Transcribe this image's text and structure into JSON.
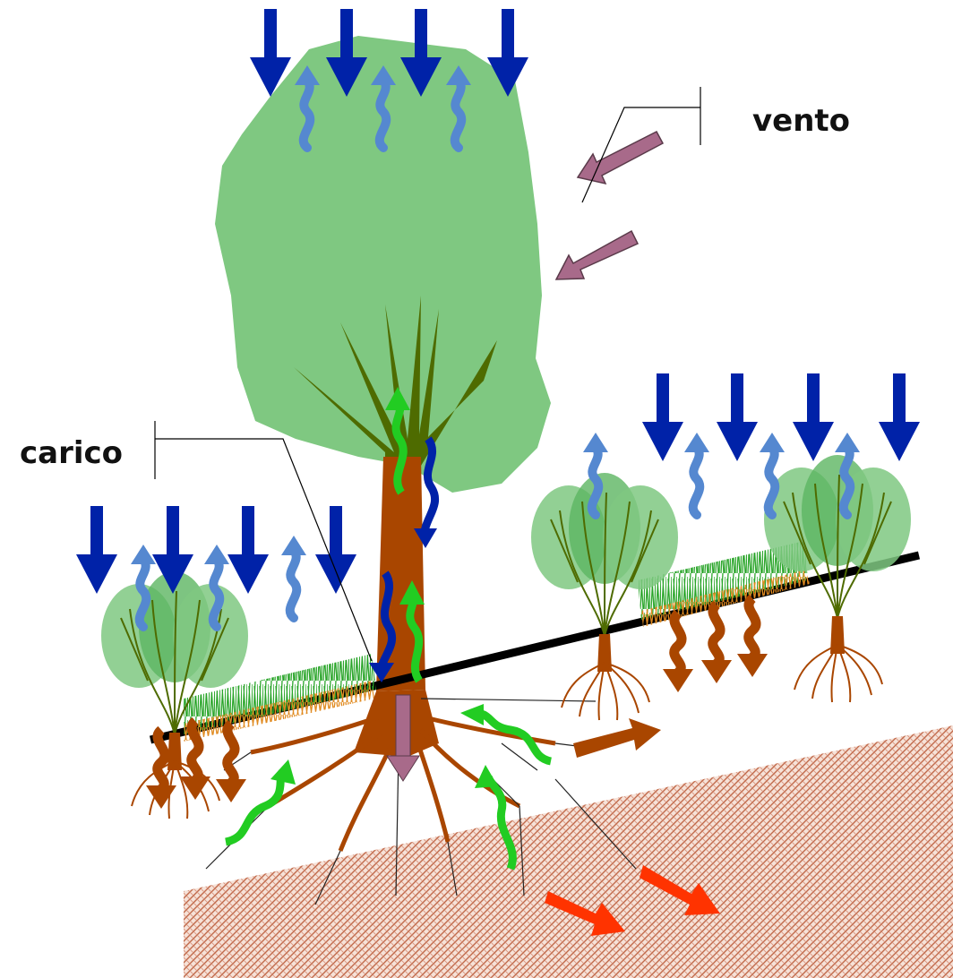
{
  "labels": {
    "wind": "vento",
    "load": "carico"
  },
  "colors": {
    "canopy": "#7fc881",
    "canopy_dark": "#5db562",
    "trunk": "#a94600",
    "branches": "#4e6b00",
    "rain": "#0022a8",
    "evaporation": "#5588d0",
    "sap_flow": "#22cc22",
    "drainage": "#a94600",
    "deep_flow": "#ff3300",
    "wind_arrow": "#a86a8a",
    "ground_line": "#000000",
    "grass": "#2aa52a",
    "litter": "#e08a20",
    "bedrock": "#c06a4a"
  },
  "elements": {
    "tree": "tree",
    "shrubs": "shrub",
    "grass_strip": "grass",
    "slope_line": "slope",
    "bedrock_layer": "bedrock"
  }
}
